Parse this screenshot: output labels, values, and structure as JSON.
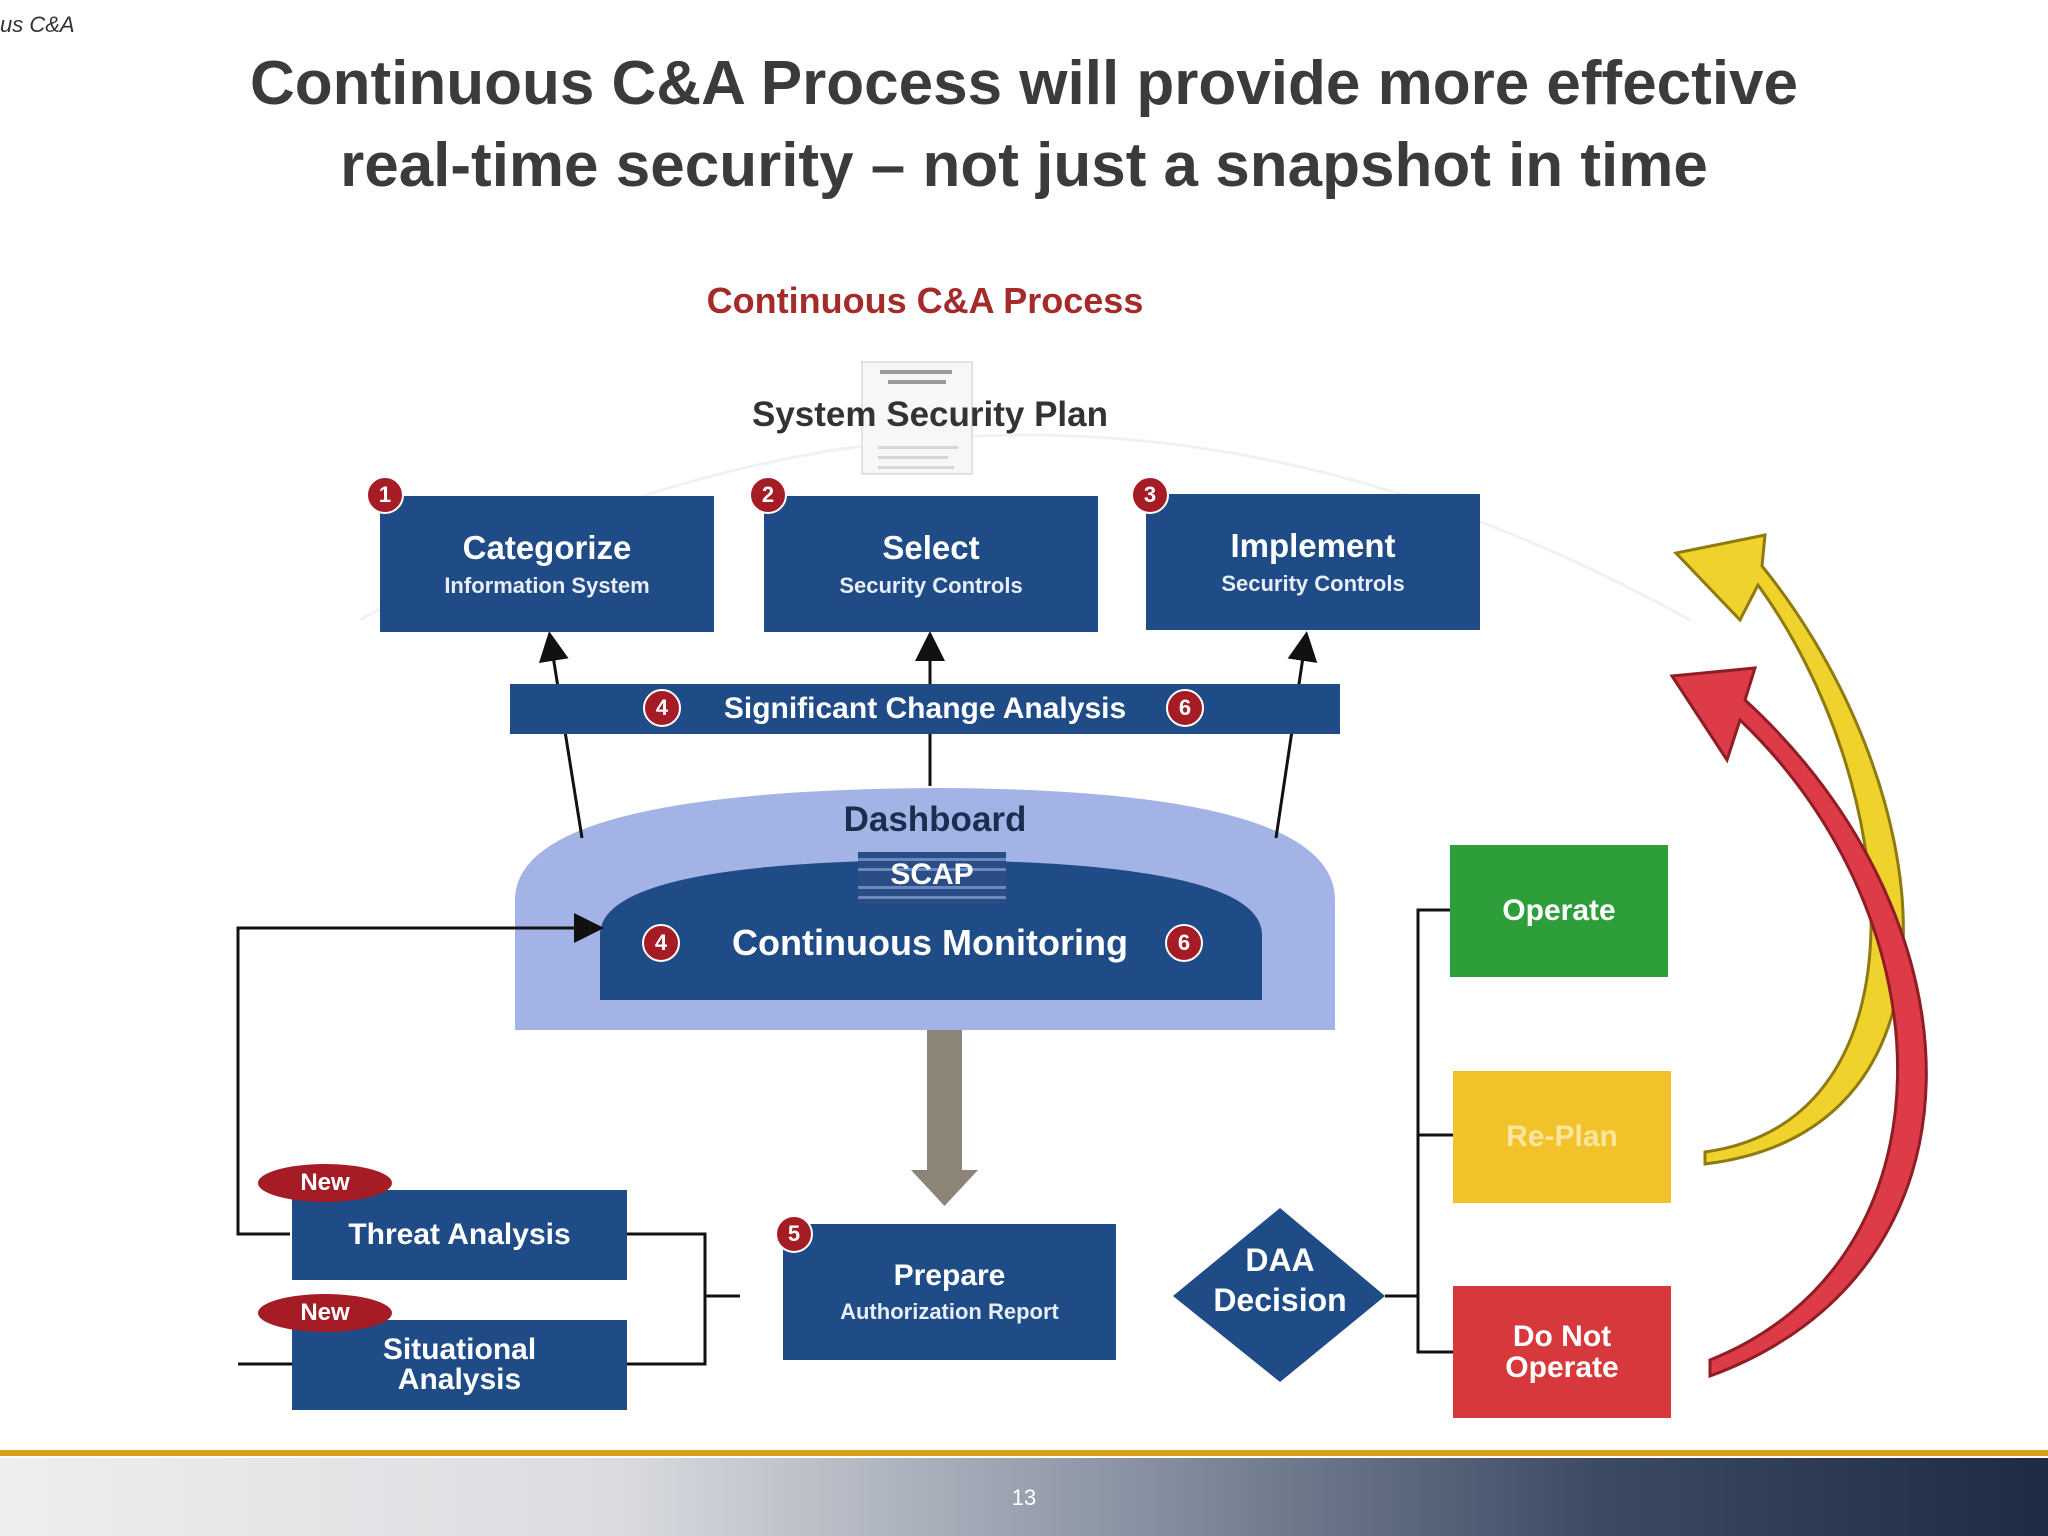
{
  "header": {
    "tag": "us C&A"
  },
  "title": {
    "line1": "Continuous C&A Process will provide more effective",
    "line2": "real-time security – not just a snapshot in time"
  },
  "diagram": {
    "title": "Continuous C&A Process",
    "ssp_label": "System Security Plan",
    "steps": {
      "categorize": {
        "badge": "1",
        "main": "Categorize",
        "sub": "Information System"
      },
      "select": {
        "badge": "2",
        "main": "Select",
        "sub": "Security Controls"
      },
      "implement": {
        "badge": "3",
        "main": "Implement",
        "sub": "Security Controls"
      }
    },
    "change_analysis": {
      "label": "Significant Change Analysis",
      "badge_left": "4",
      "badge_right": "6"
    },
    "dashboard": {
      "label": "Dashboard",
      "scap": "SCAP",
      "monitoring": "Continuous Monitoring",
      "badge_left": "4",
      "badge_right": "6"
    },
    "threat": {
      "new": "New",
      "label": "Threat Analysis"
    },
    "situational": {
      "new": "New",
      "line1": "Situational",
      "line2": "Analysis"
    },
    "prepare": {
      "badge": "5",
      "main": "Prepare",
      "sub": "Authorization Report"
    },
    "daa": {
      "line1": "DAA",
      "line2": "Decision"
    },
    "outcomes": {
      "operate": "Operate",
      "replan": "Re-Plan",
      "donot_line1": "Do Not",
      "donot_line2": "Operate"
    }
  },
  "colors": {
    "box_blue": "#1f4b87",
    "badge_red": "#a61c24",
    "title_red": "#a52a2a",
    "operate_green": "#2e9e3a",
    "replan_yellow": "#f2c22a",
    "donot_red": "#d6383c",
    "dashboard_light": "#a4b3e6"
  },
  "footer": {
    "page": "13"
  }
}
